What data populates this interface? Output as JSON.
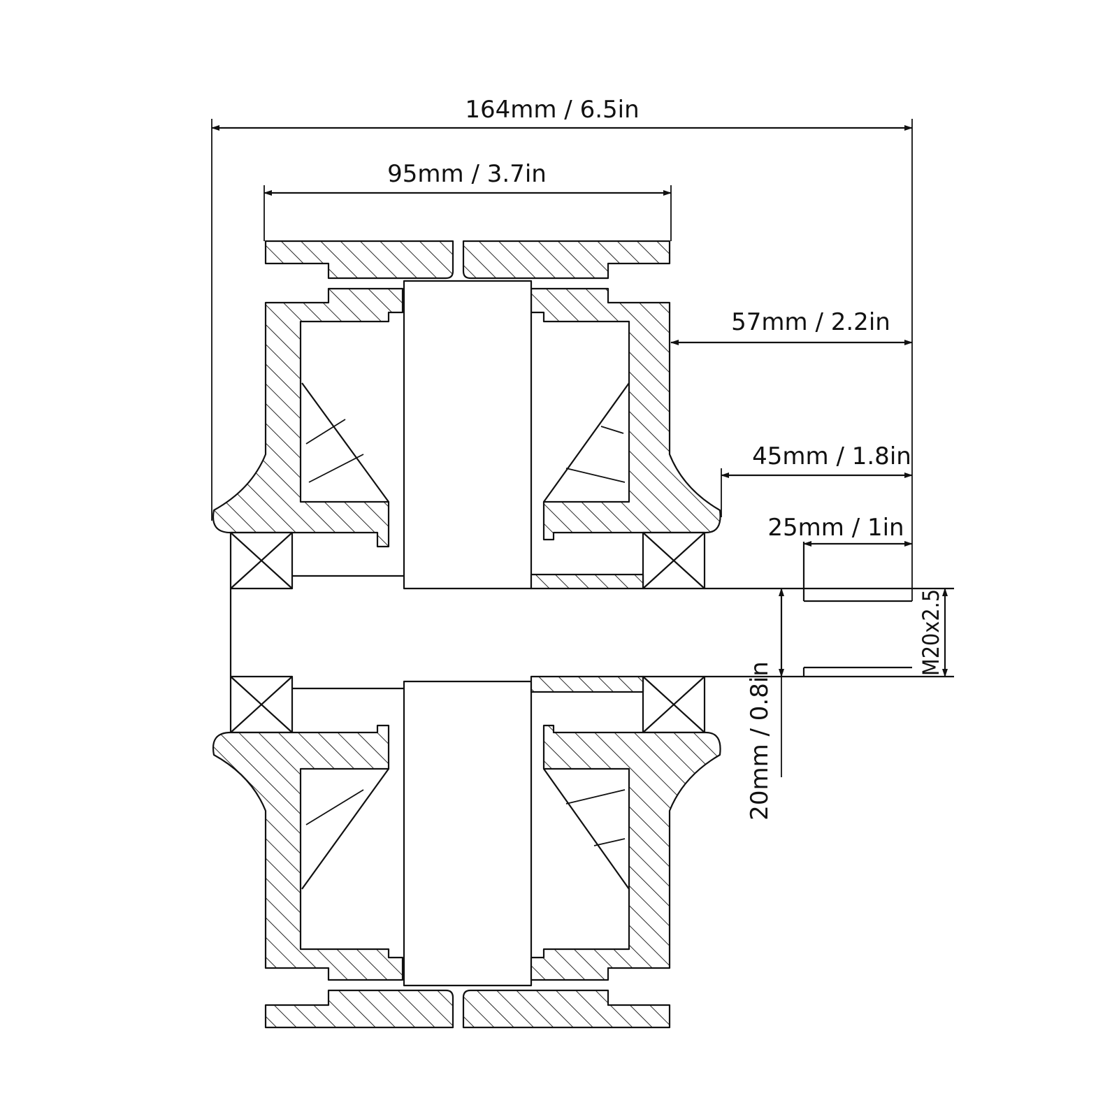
{
  "dimensions": {
    "overall_width": "164mm / 6.5in",
    "hub_width": "95mm / 3.7in",
    "flange_to_end": "57mm / 2.2in",
    "axle_to_end": "45mm / 1.8in",
    "thread_length": "25mm / 1in",
    "axle_diameter": "20mm / 0.8in",
    "thread_spec": "M20x2.5"
  }
}
